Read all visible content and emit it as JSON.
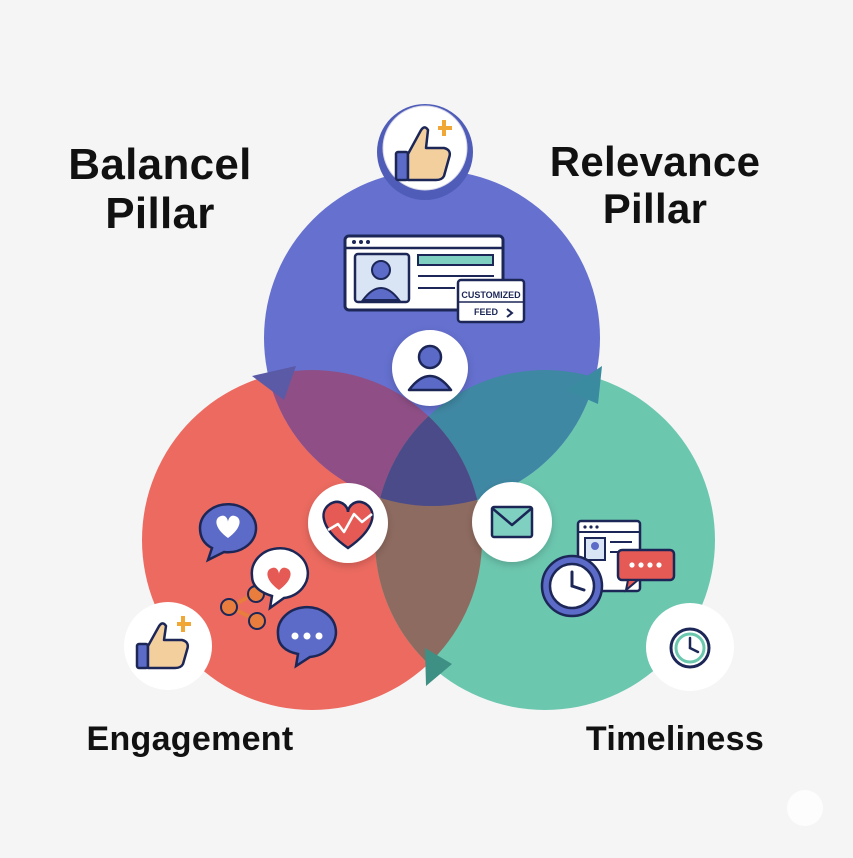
{
  "labels": {
    "balance_line1": "Balancel",
    "balance_line2": "Pillar",
    "relevance_line1": "Relevance",
    "relevance_line2": "Pillar",
    "engagement": "Engagement",
    "timeliness": "Timeliness"
  },
  "feed_card": {
    "button_line1": "CUSTOMIZED",
    "button_line2": "FEED"
  },
  "colors": {
    "background": "#f5f5f5",
    "relevance_circle": "#6570cf",
    "engagement_circle": "#ec6a60",
    "timeliness_circle": "#6cc7af",
    "overlap_center": "#4b4b8a",
    "icon_outline": "#1c2757",
    "icon_blue": "#5b6bc7",
    "icon_red": "#e55a55",
    "icon_skin": "#f3cf9e",
    "icon_star": "#f0a735"
  },
  "icons": [
    "thumbs-up-plus-icon",
    "profile-card-icon",
    "user-icon",
    "heart-chart-icon",
    "envelope-icon",
    "heart-speech-icon",
    "share-icon",
    "chat-dots-icon",
    "clock-icon",
    "alarm-clock-icon",
    "chat-notification-icon"
  ]
}
